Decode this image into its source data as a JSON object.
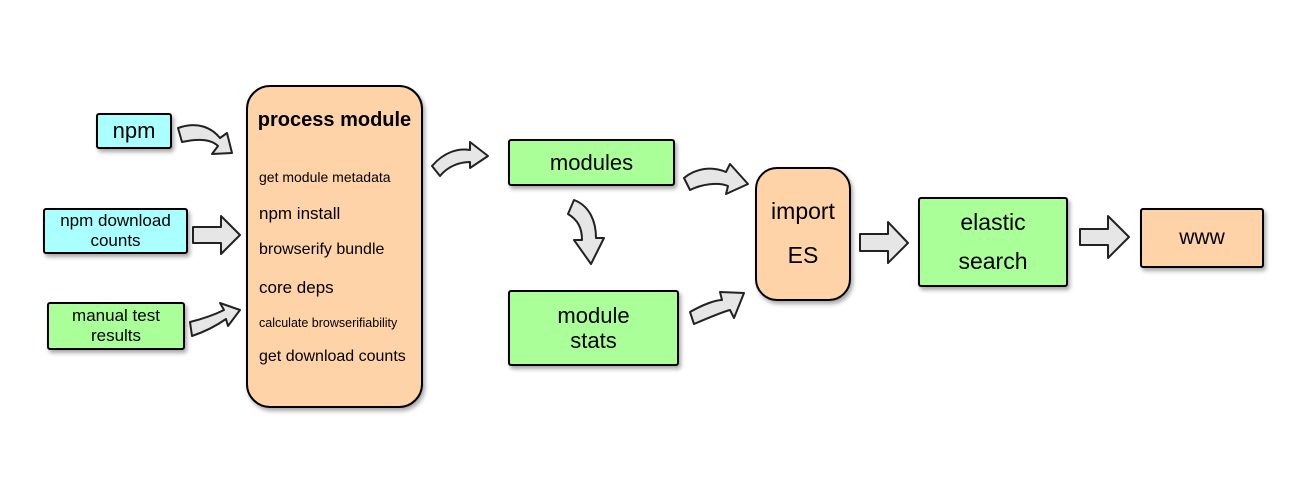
{
  "nodes": {
    "npm": "npm",
    "npm_download_counts": [
      "npm download",
      "counts"
    ],
    "manual_test_results": [
      "manual test",
      "results"
    ],
    "process_module": {
      "title": "process module",
      "steps": [
        "get module metadata",
        "npm install",
        "browserify bundle",
        "core deps",
        "calculate browserifiability",
        "get download counts"
      ]
    },
    "modules": "modules",
    "module_stats": [
      "module",
      "stats"
    ],
    "import_es": [
      "import",
      "ES"
    ],
    "elastic_search": [
      "elastic",
      "search"
    ],
    "www": "www"
  },
  "colors": {
    "input_source": "#aaffff",
    "data_store": "#aaff99",
    "process": "#ffd3a8",
    "arrow_fill": "#e6e6e6"
  }
}
